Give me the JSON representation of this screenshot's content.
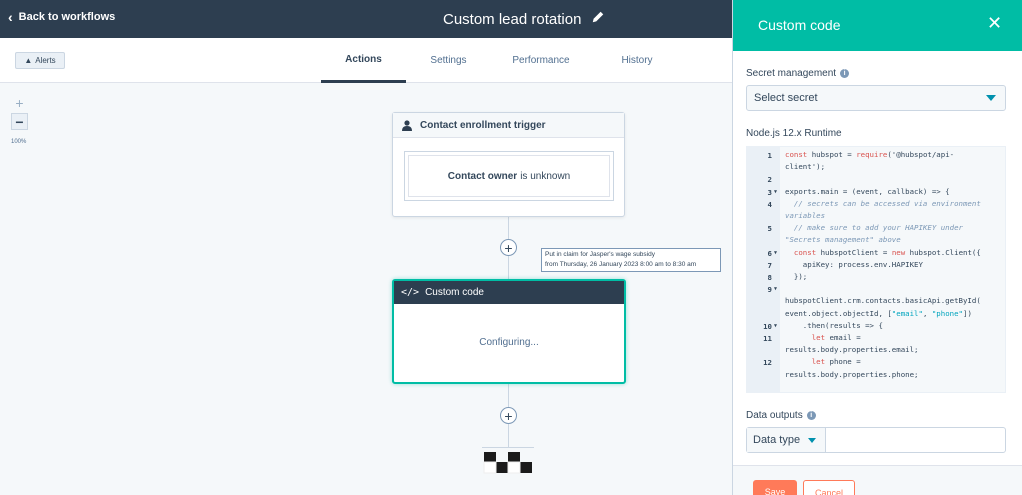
{
  "header": {
    "back_label": "Back to workflows",
    "workflow_title": "Custom lead rotation"
  },
  "tabs": [
    {
      "label": "Actions",
      "active": true
    },
    {
      "label": "Settings",
      "active": false
    },
    {
      "label": "Performance",
      "active": false
    },
    {
      "label": "History",
      "active": false
    }
  ],
  "alerts_label": "Alerts",
  "zoom": {
    "in": "+",
    "out": "−",
    "level": "100%"
  },
  "canvas": {
    "trigger": {
      "title": "Contact enrollment trigger",
      "condition_bold": "Contact owner",
      "condition_rest": "is unknown"
    },
    "tooltip": {
      "line1": "Put in claim for Jasper's wage subsidy",
      "line2": "from Thursday, 26 January 2023 8:00 am to  8:30 am"
    },
    "code_action": {
      "title": "Custom code",
      "status": "Configuring..."
    },
    "plus": "+"
  },
  "panel": {
    "title": "Custom code",
    "secret_label": "Secret management",
    "secret_placeholder": "Select secret",
    "runtime_label": "Node.js 12.x Runtime",
    "data_outputs_label": "Data outputs",
    "data_type_label": "Data type",
    "save_label": "Save",
    "cancel_label": "Cancel"
  },
  "code_lines": [
    {
      "n": "1",
      "fold": false,
      "text": "const hubspot = require('@hubspot/api-"
    },
    {
      "n": "",
      "fold": false,
      "text": "client');"
    },
    {
      "n": "2",
      "fold": false,
      "text": ""
    },
    {
      "n": "3",
      "fold": true,
      "text": "exports.main = (event, callback) => {"
    },
    {
      "n": "4",
      "fold": false,
      "text": "  // secrets can be accessed via environment"
    },
    {
      "n": "",
      "fold": false,
      "text": "variables"
    },
    {
      "n": "5",
      "fold": false,
      "text": "  // make sure to add your HAPIKEY under"
    },
    {
      "n": "",
      "fold": false,
      "text": "\"Secrets management\" above"
    },
    {
      "n": "6",
      "fold": true,
      "text": "  const hubspotClient = new hubspot.Client({"
    },
    {
      "n": "7",
      "fold": false,
      "text": "    apiKey: process.env.HAPIKEY"
    },
    {
      "n": "8",
      "fold": false,
      "text": "  });"
    },
    {
      "n": "9",
      "fold": true,
      "text": ""
    },
    {
      "n": "",
      "fold": false,
      "text": "hubspotClient.crm.contacts.basicApi.getById("
    },
    {
      "n": "",
      "fold": false,
      "text": "event.object.objectId, [\"email\", \"phone\"])"
    },
    {
      "n": "10",
      "fold": true,
      "text": "    .then(results => {"
    },
    {
      "n": "11",
      "fold": false,
      "text": "      let email ="
    },
    {
      "n": "",
      "fold": false,
      "text": "results.body.properties.email;"
    },
    {
      "n": "12",
      "fold": false,
      "text": "      let phone ="
    },
    {
      "n": "",
      "fold": false,
      "text": "results.body.properties.phone;"
    }
  ],
  "colors": {
    "header_bg": "#2d3e50",
    "panel_header": "#00bda5",
    "selected_border": "#00bda5",
    "save_btn": "#ff7a59"
  }
}
